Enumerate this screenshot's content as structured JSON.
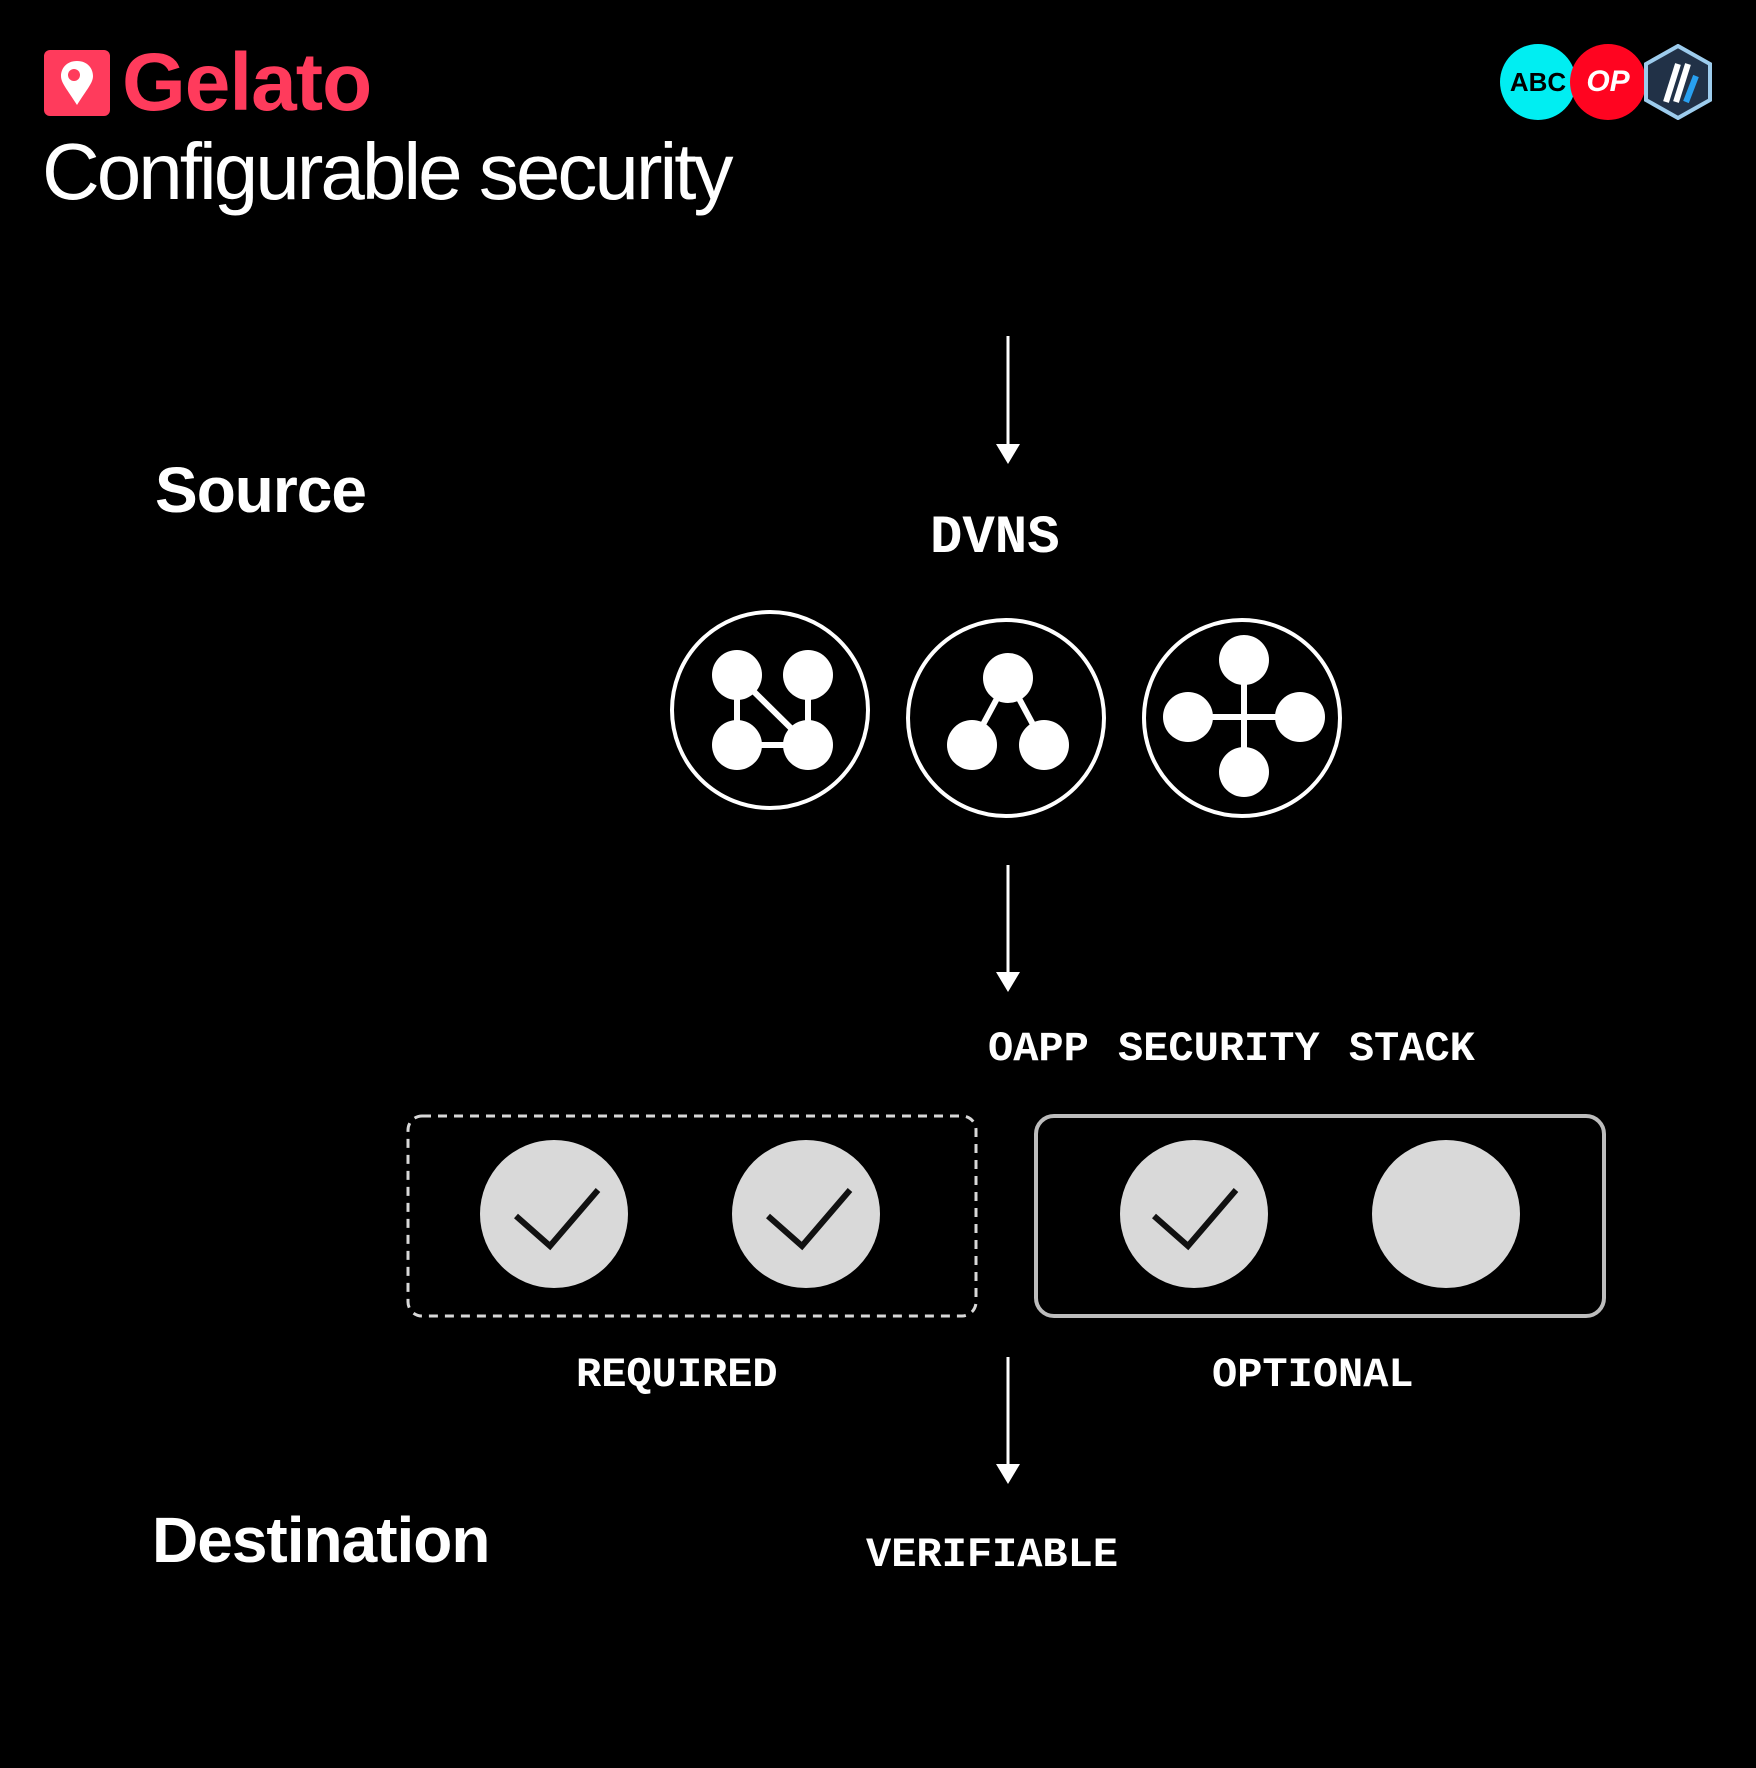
{
  "header": {
    "brand_name": "Gelato",
    "subtitle": "Configurable security",
    "brand_color": "#ff3b5c"
  },
  "chains": [
    {
      "label": "ABC",
      "color": "#00eef2"
    },
    {
      "label": "OP",
      "color": "#ff0420"
    },
    {
      "icon": "arbitrum-logo-icon",
      "color": "#213147"
    }
  ],
  "labels": {
    "source": "Source",
    "destination": "Destination",
    "dvns": "DVNS",
    "security_stack": "OAPP SECURITY STACK",
    "required": "REQUIRED",
    "optional": "OPTIONAL",
    "verifiable": "VERIFIABLE"
  },
  "dvn_icons": [
    "network-graph-icon",
    "triangle-nodes-icon",
    "cross-nodes-icon"
  ],
  "required_checks": [
    true,
    true
  ],
  "optional_checks": [
    true,
    false
  ]
}
